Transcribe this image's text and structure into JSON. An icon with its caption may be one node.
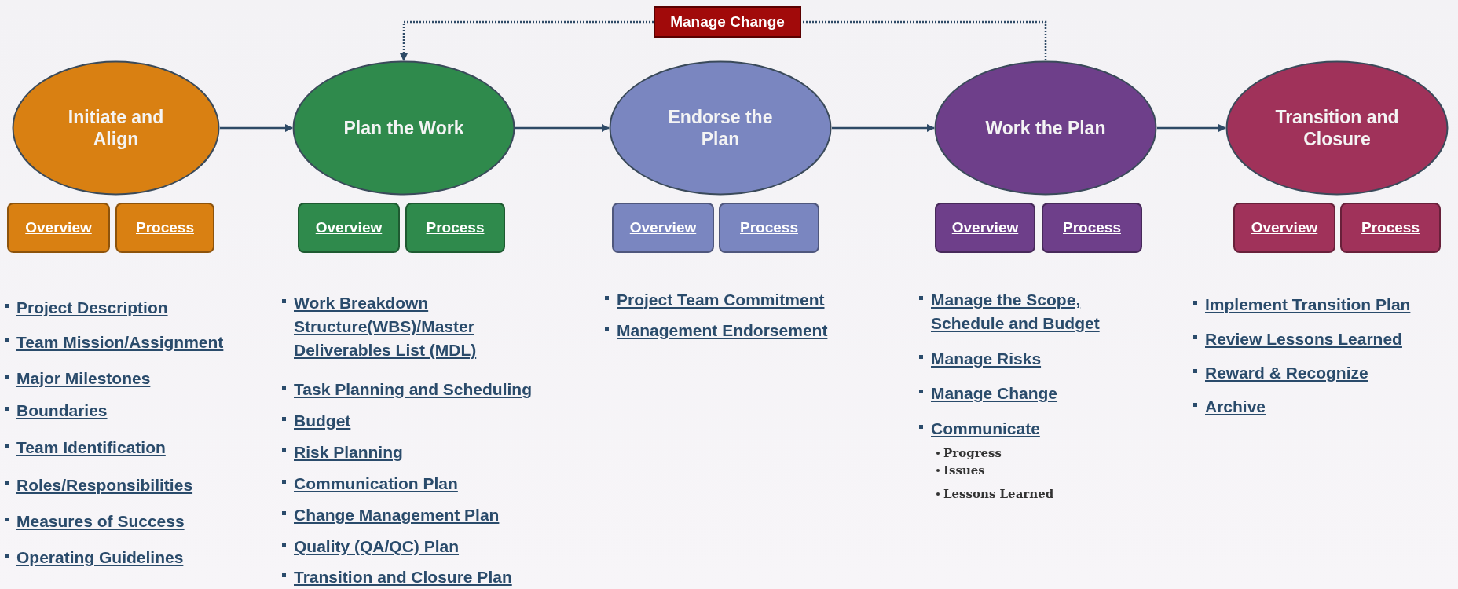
{
  "diagram": {
    "nodes": [
      {
        "text": [
          "Initiate and Align"
        ]
      },
      {
        "text": [
          "Plan the Work"
        ]
      },
      {
        "text": [
          "Endorse the Plan"
        ]
      },
      {
        "text": [
          "Work the Plan"
        ]
      },
      {
        "text": [
          "Transition and Closure"
        ]
      },
      {
        "text": [
          "Manage Change"
        ]
      },
      {
        "text": [
          "Overview"
        ]
      },
      {
        "text": [
          "Process"
        ]
      },
      {
        "text": [
          "Overview"
        ]
      },
      {
        "text": [
          "Process"
        ]
      },
      {
        "text": [
          "Overview"
        ]
      },
      {
        "text": [
          "Process"
        ]
      },
      {
        "text": [
          "Overview"
        ]
      },
      {
        "text": [
          "Process"
        ]
      },
      {
        "text": [
          "Overview"
        ]
      },
      {
        "text": [
          "Process"
        ]
      }
    ],
    "edges": [
      {
        "from": 0,
        "to": 1,
        "arrow": "to"
      },
      {
        "from": 1,
        "to": 2,
        "arrow": "to"
      },
      {
        "from": 2,
        "to": 3,
        "arrow": "to"
      },
      {
        "from": 3,
        "to": 4,
        "arrow": "to"
      },
      {
        "from": 3,
        "to": 5,
        "arrow": "none",
        "style": "dashed"
      },
      {
        "from": 5,
        "to": 1,
        "arrow": "to",
        "style": "dashed"
      }
    ],
    "labels": [
      "Project Description",
      "Team Mission/Assignment",
      "Major Milestones",
      "Boundaries",
      "Team Identification",
      "Roles/Responsibilities",
      "Measures of Success",
      "Operating Guidelines",
      "Work Breakdown Structure(WBS)/Master Deliverables List (MDL)",
      "Task Planning and Scheduling",
      "Budget",
      "Risk Planning",
      "Communication Plan",
      "Change Management Plan",
      "Quality (QA/QC) Plan",
      "Transition and Closure Plan",
      "Project Team Commitment",
      "Management Endorsement",
      "Manage the Scope, Schedule and Budget",
      "Manage Risks",
      "Manage Change",
      "Communicate",
      "Progress",
      "Issues",
      "Lessons Learned",
      "Implement Transition Plan",
      "Review Lessons Learned",
      "Reward & Recognize",
      "Archive"
    ]
  }
}
